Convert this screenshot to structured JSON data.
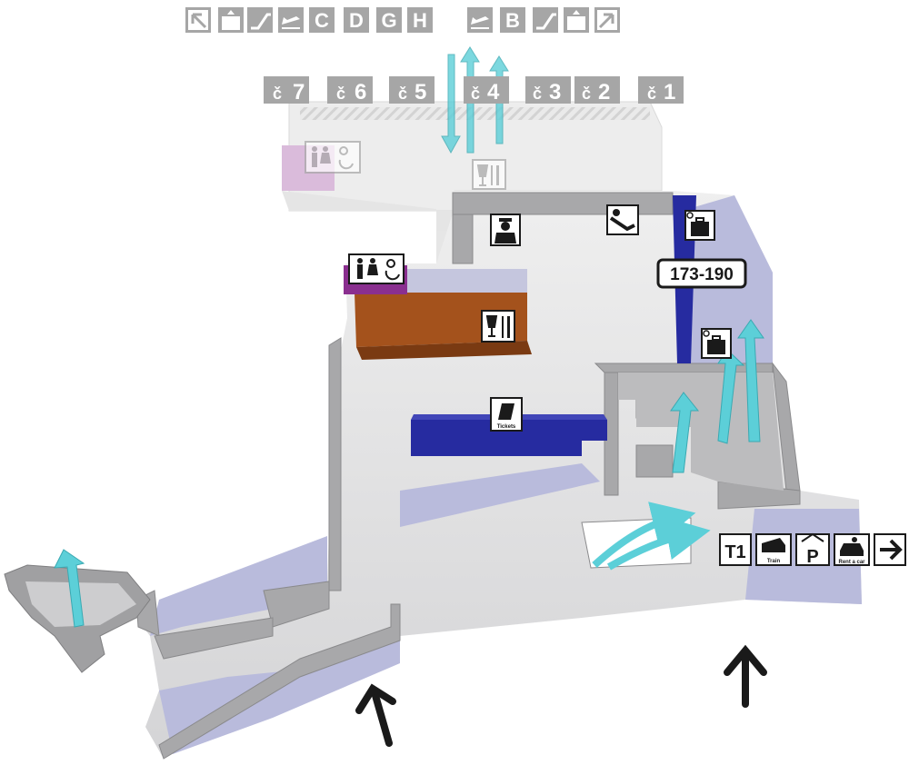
{
  "top_signs": {
    "left_group": [
      "C",
      "D",
      "G",
      "H"
    ],
    "right_group": [
      "B"
    ],
    "left_icons": [
      "arrow-up-left-icon",
      "elevator-icon",
      "escalator-icon",
      "departures-icon"
    ],
    "right_icons": [
      "departures-icon",
      "escalator-icon",
      "elevator-icon",
      "arrow-up-right-icon"
    ]
  },
  "checkin_prefix": "č",
  "checkin_zones": [
    "7",
    "6",
    "5",
    "4",
    "3",
    "2",
    "1"
  ],
  "gate_range": "173-190",
  "tickets_label": "Tickets",
  "transport": {
    "t1_label": "T1",
    "train_label": "Train",
    "parking_label": "P",
    "rent_label": "Rent a car",
    "next_icon": "arrow-right-icon"
  },
  "colors": {
    "floor": "#d4d4d6",
    "wall": "#9a9a9c",
    "walkway": "#b9bbdc",
    "checkin_counter": "#262ba0",
    "restaurant": "#a4521c",
    "restroom": "#8a2f8f",
    "upper_restroom": "#d7b4d8",
    "escalator_arrow": "#5ccfd8",
    "sign_grey": "#a6a6a6"
  }
}
